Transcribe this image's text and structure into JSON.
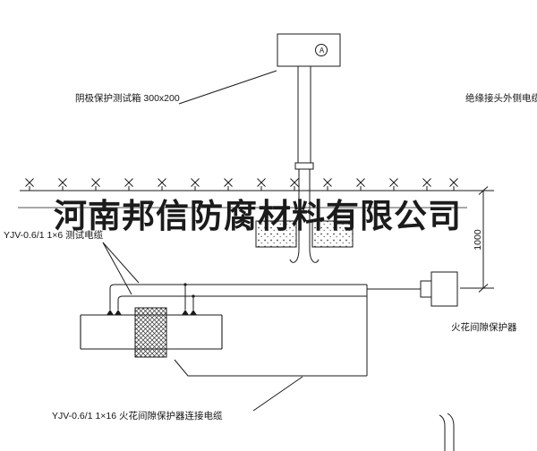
{
  "watermark": {
    "text": "河南邦信防腐材料有限公司"
  },
  "test_box": {
    "label": "阴极保护测试箱 300x200",
    "letter": "A"
  },
  "labels": {
    "insulation_cable": "绝缘接头外侧电缆",
    "test_cable": "YJV-0.6/1 1×6  测试电缆",
    "spark_protector": "火花间隙保护器",
    "bottom_cable": "YJV-0.6/1 1×16  火花间隙保护器连接电缆"
  },
  "dimension": {
    "value": "1000"
  },
  "colors": {
    "line": "#1a1a1a",
    "background": "#ffffff"
  }
}
